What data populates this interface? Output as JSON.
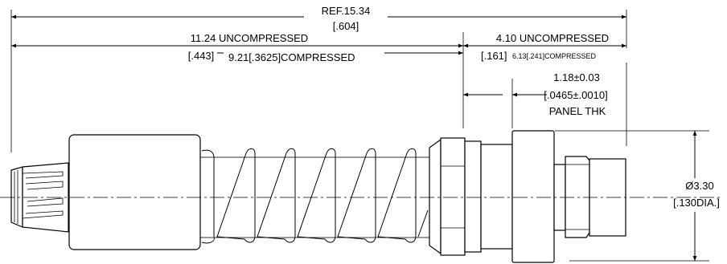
{
  "dimensions": {
    "ref_overall": {
      "line1": "REF.15.34",
      "line2": "[.604]"
    },
    "uncompressed_left": {
      "line1": "11.24 UNCOMPRESSED",
      "line2": "[.443]"
    },
    "compressed_left": {
      "text": "9.21[.3625]COMPRESSED"
    },
    "uncompressed_right": {
      "line1": "4.10 UNCOMPRESSED",
      "line2": "[.161]",
      "compressed_note": "6.13[.241]COMPRESSED"
    },
    "panel_thickness": {
      "line1": "1.18±0.03",
      "line2": "[.0465±.0010]",
      "line3": "PANEL THK"
    },
    "diameter": {
      "line1": "Ø3.30",
      "line2": "[.130DIA.]"
    }
  },
  "colors": {
    "line": "#000000",
    "background": "#ffffff"
  }
}
